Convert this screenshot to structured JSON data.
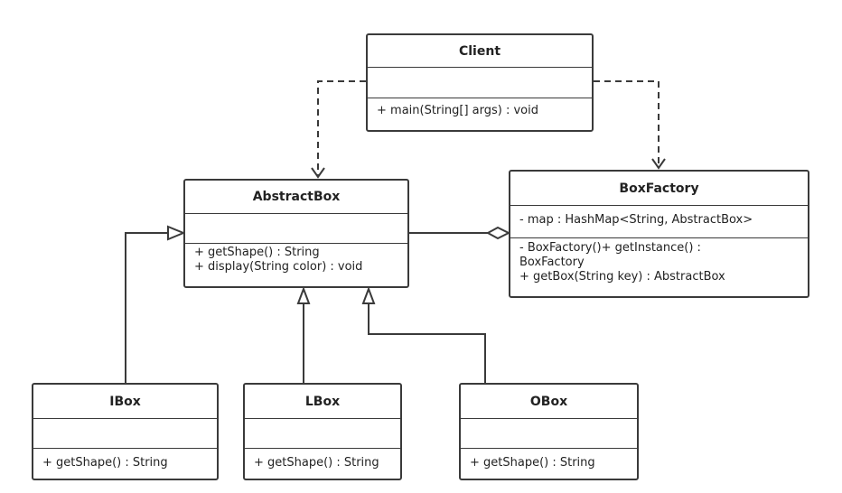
{
  "classes": {
    "client": {
      "name": "Client",
      "attributes": [],
      "operations": [
        "+ main(String[] args) : void"
      ]
    },
    "abstractbox": {
      "name": "AbstractBox",
      "attributes": [],
      "operations": [
        "+ getShape() : String",
        "+ display(String color) : void"
      ]
    },
    "boxfactory": {
      "name": "BoxFactory",
      "attributes": [
        "- map : HashMap<String, AbstractBox>"
      ],
      "operations": [
        "- BoxFactory()+ getInstance() :",
        "BoxFactory",
        "+ getBox(String key) : AbstractBox"
      ]
    },
    "ibox": {
      "name": "IBox",
      "attributes": [],
      "operations": [
        "+ getShape() : String"
      ]
    },
    "lbox": {
      "name": "LBox",
      "attributes": [],
      "operations": [
        "+ getShape() : String"
      ]
    },
    "obox": {
      "name": "OBox",
      "attributes": [],
      "operations": [
        "+ getShape() : String"
      ]
    }
  },
  "relations": [
    {
      "from": "client",
      "to": "abstractbox",
      "kind": "dependency"
    },
    {
      "from": "client",
      "to": "boxfactory",
      "kind": "dependency"
    },
    {
      "from": "boxfactory",
      "to": "abstractbox",
      "kind": "aggregation"
    },
    {
      "from": "ibox",
      "to": "abstractbox",
      "kind": "generalization"
    },
    {
      "from": "lbox",
      "to": "abstractbox",
      "kind": "generalization"
    },
    {
      "from": "obox",
      "to": "abstractbox",
      "kind": "generalization"
    }
  ],
  "colors": {
    "line": "#3a3a3a",
    "background": "#ffffff"
  }
}
